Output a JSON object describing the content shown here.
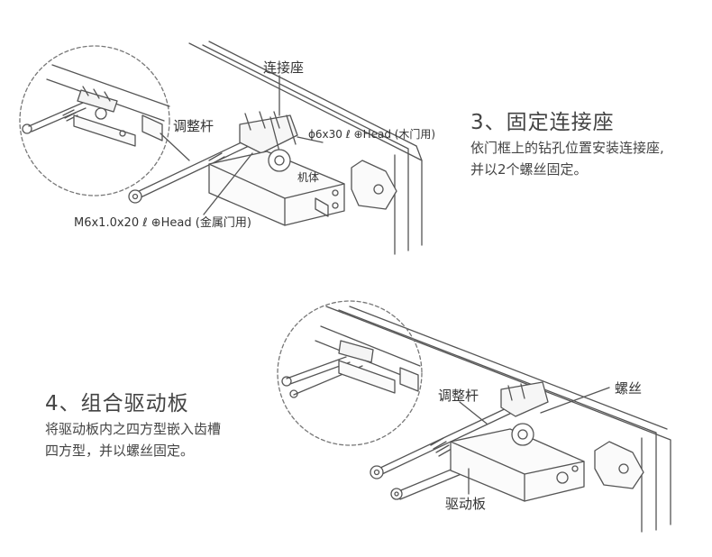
{
  "top": {
    "labels": {
      "connector": "连接座",
      "adjust_rod": "调整杆",
      "wood_screw": "ϕ6x30 ℓ ⊕Head (木门用)",
      "body": "机体",
      "metal_screw": "M6x1.0x20 ℓ ⊕Head (金属门用)"
    },
    "step": {
      "title": "3、固定连接座",
      "desc_line1": "依门框上的钻孔位置安装连接座,",
      "desc_line2": "并以2个螺丝固定。"
    }
  },
  "bottom": {
    "labels": {
      "adjust_rod": "调整杆",
      "screw": "螺丝",
      "drive_plate": "驱动板"
    },
    "step": {
      "title": "4、组合驱动板",
      "desc_line1": "将驱动板内之四方型嵌入齿槽",
      "desc_line2": "四方型，并以螺丝固定。"
    }
  }
}
